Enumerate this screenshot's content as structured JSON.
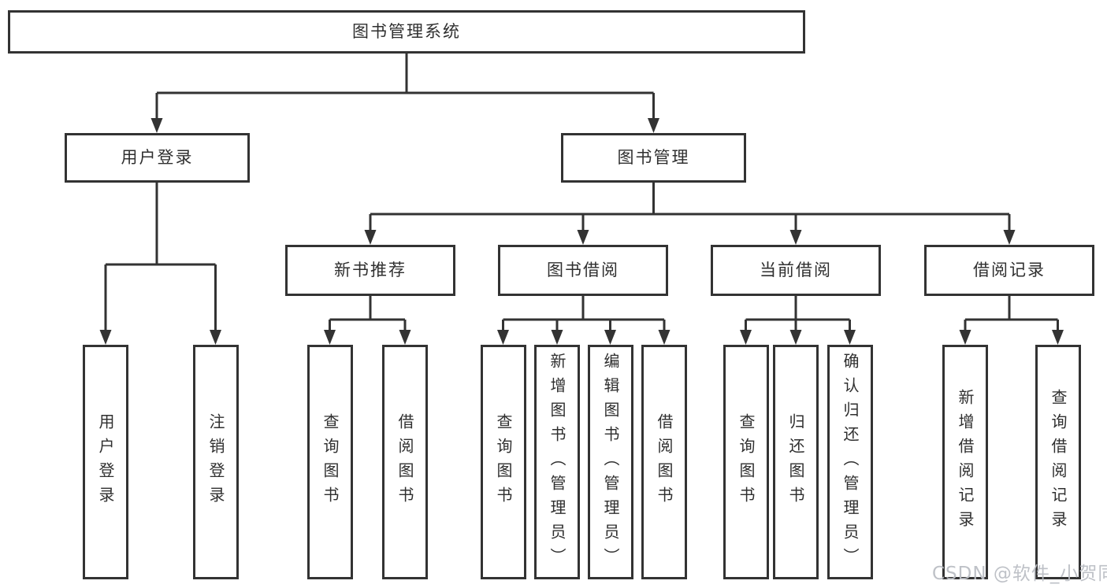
{
  "diagram_title": "图书管理系统",
  "nodes": {
    "root": {
      "label": "图书管理系统"
    },
    "user_login": {
      "label": "用户登录"
    },
    "book_mgmt": {
      "label": "图书管理"
    },
    "new_books": {
      "label": "新书推荐"
    },
    "book_borrow": {
      "label": "图书借阅"
    },
    "current_borrow": {
      "label": "当前借阅"
    },
    "borrow_records": {
      "label": "借阅记录"
    },
    "leaf_login": {
      "label": "用户登录"
    },
    "leaf_logout": {
      "label": "注销登录"
    },
    "leaf_nb_query": {
      "label": "查询图书"
    },
    "leaf_nb_borrow": {
      "label": "借阅图书"
    },
    "leaf_bw_query": {
      "label": "查询图书"
    },
    "leaf_bw_add": {
      "label": "新增图书（管理员）"
    },
    "leaf_bw_edit": {
      "label": "编辑图书（管理员）"
    },
    "leaf_bw_borrow": {
      "label": "借阅图书"
    },
    "leaf_cur_query": {
      "label": "查询图书"
    },
    "leaf_cur_return": {
      "label": "归还图书"
    },
    "leaf_cur_confirm": {
      "label": "确认归还（管理员）"
    },
    "leaf_rec_add": {
      "label": "新增借阅记录"
    },
    "leaf_rec_query": {
      "label": "查询借阅记录"
    }
  },
  "hierarchy": {
    "图书管理系统": {
      "用户登录": [
        "用户登录",
        "注销登录"
      ],
      "图书管理": {
        "新书推荐": [
          "查询图书",
          "借阅图书"
        ],
        "图书借阅": [
          "查询图书",
          "新增图书（管理员）",
          "编辑图书（管理员）",
          "借阅图书"
        ],
        "当前借阅": [
          "查询图书",
          "归还图书",
          "确认归还（管理员）"
        ],
        "借阅记录": [
          "新增借阅记录",
          "查询借阅记录"
        ]
      }
    }
  },
  "watermark": {
    "text": "CSDN @软件_小贺同学"
  },
  "colors": {
    "line": "#333333",
    "text": "#2f2f2f",
    "background": "#ffffff",
    "watermark": "#babec4"
  }
}
